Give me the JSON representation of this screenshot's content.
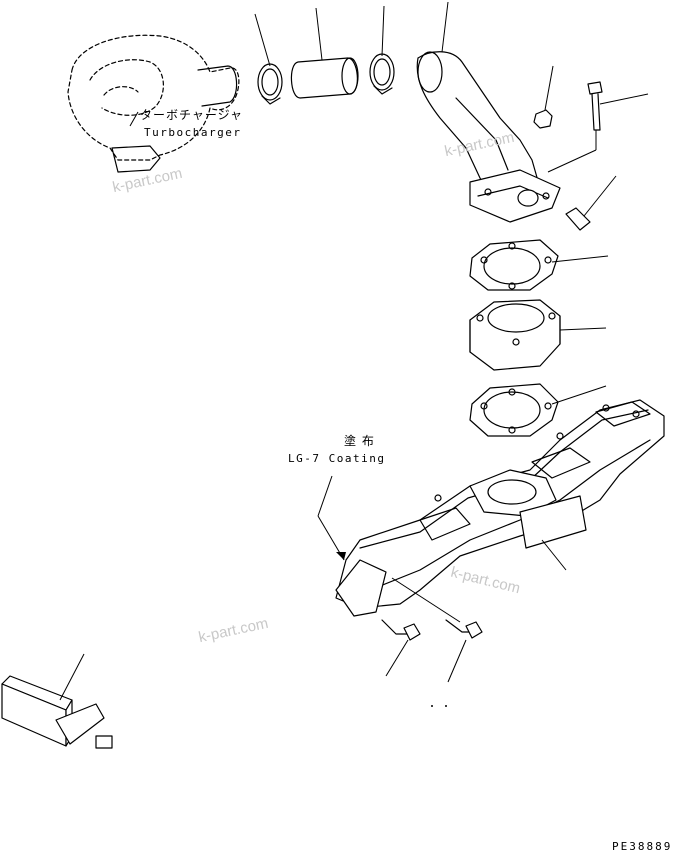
{
  "labels": {
    "turbocharger_jp": "ターボチャージャ",
    "turbocharger_en": "Turbocharger",
    "coating_jp": "塗 布",
    "coating_en": "LG-7 Coating",
    "figure_id": "PE38889"
  },
  "watermarks": [
    "k-part.com",
    "k-part.com",
    "k-part.com",
    "k-part.com"
  ],
  "colors": {
    "line": "#000000",
    "watermark": "#c8c8c8",
    "background": "#ffffff"
  }
}
